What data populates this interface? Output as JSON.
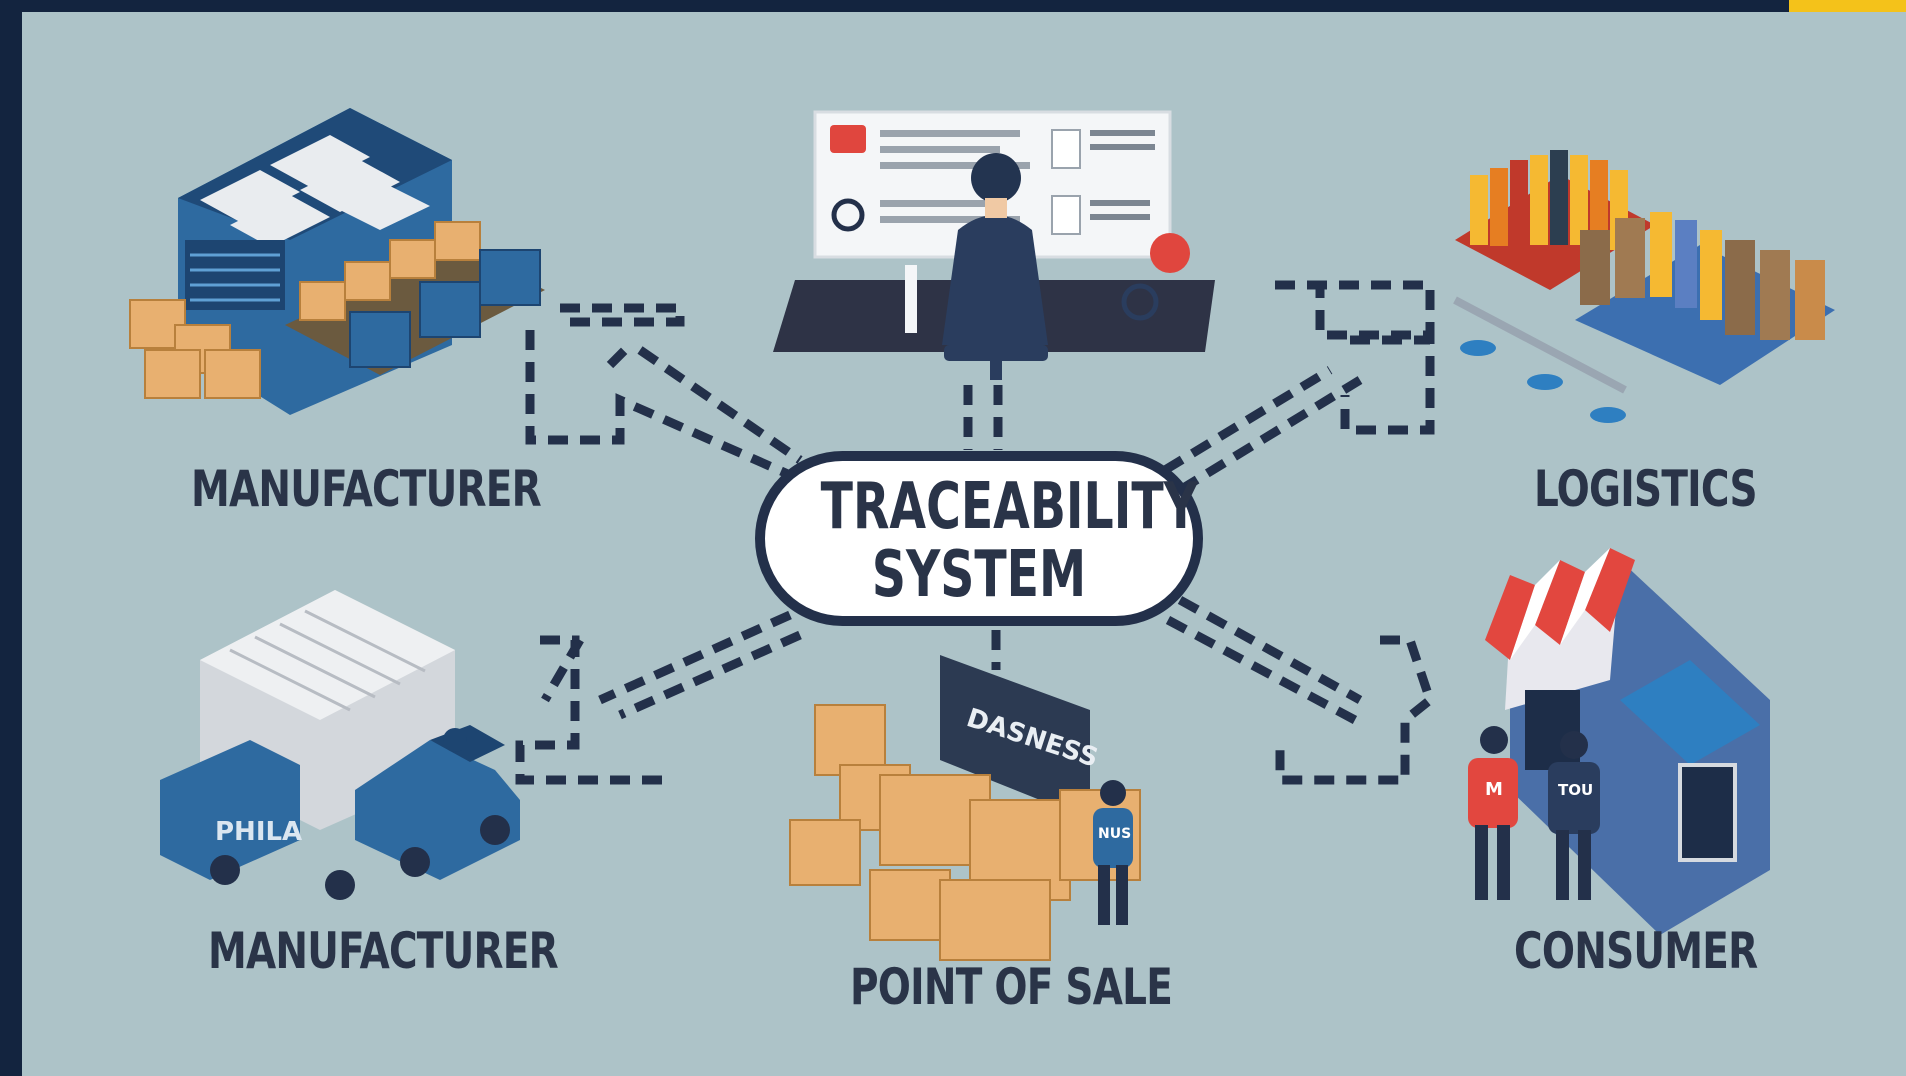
{
  "colors": {
    "background": "#adc3c8",
    "frame": "#13243f",
    "accent": "#f4c21a",
    "text": "#2a3448",
    "connector": "#23304a",
    "box": "#e8b070",
    "blue": "#2e6aa0"
  },
  "hub": {
    "line1": "TRACEABILITY",
    "line2": "SYSTEM"
  },
  "nodes": {
    "manufacturer_top": {
      "label": "MANUFACTURER",
      "icon": "factory-icon"
    },
    "logistics": {
      "label": "LOGISTICS",
      "icon": "warehouse-icon"
    },
    "manufacturer_bottom": {
      "label": "MANUFACTURER",
      "icon": "truck-icon"
    },
    "point_of_sale": {
      "label": "POINT OF SALE",
      "icon": "boxes-icon",
      "sign_text": "DASNESS",
      "shirt_text": "NUS"
    },
    "consumer": {
      "label": "CONSUMER",
      "icon": "storefront-icon",
      "shirt_text_1": "M",
      "shirt_text_2": "TOU"
    }
  },
  "operator": {
    "icon": "operator-desk-icon"
  },
  "truck_text": "PHILA"
}
